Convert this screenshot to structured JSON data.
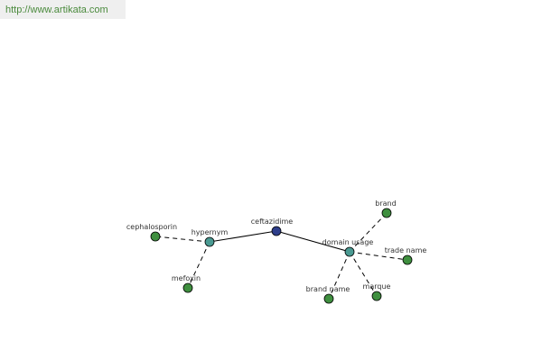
{
  "source": {
    "url_text": "http://www.artikata.com"
  },
  "colors": {
    "root": "#2e3e8a",
    "relation": "#4a9a92",
    "leaf": "#3f8f3f",
    "link": "#4a8a3c"
  },
  "graph": {
    "nodes": [
      {
        "id": "ceftazidime",
        "label": "ceftazidime",
        "kind": "root"
      },
      {
        "id": "hypernym",
        "label": "hypernym",
        "kind": "relation"
      },
      {
        "id": "domain-usage",
        "label": "domain usage",
        "kind": "relation"
      },
      {
        "id": "cephalosporin",
        "label": "cephalosporin",
        "kind": "leaf"
      },
      {
        "id": "mefoxin",
        "label": "mefoxin",
        "kind": "leaf"
      },
      {
        "id": "brand",
        "label": "brand",
        "kind": "leaf"
      },
      {
        "id": "trade-name",
        "label": "trade name",
        "kind": "leaf"
      },
      {
        "id": "brand-name",
        "label": "brand name",
        "kind": "leaf"
      },
      {
        "id": "marque",
        "label": "marque",
        "kind": "leaf"
      }
    ],
    "edges": [
      {
        "from": "ceftazidime",
        "to": "hypernym",
        "style": "solid"
      },
      {
        "from": "ceftazidime",
        "to": "domain-usage",
        "style": "solid"
      },
      {
        "from": "hypernym",
        "to": "cephalosporin",
        "style": "dashed"
      },
      {
        "from": "hypernym",
        "to": "mefoxin",
        "style": "dashed"
      },
      {
        "from": "domain-usage",
        "to": "brand",
        "style": "dashed"
      },
      {
        "from": "domain-usage",
        "to": "trade-name",
        "style": "dashed"
      },
      {
        "from": "domain-usage",
        "to": "brand-name",
        "style": "dashed"
      },
      {
        "from": "domain-usage",
        "to": "marque",
        "style": "dashed"
      }
    ]
  }
}
